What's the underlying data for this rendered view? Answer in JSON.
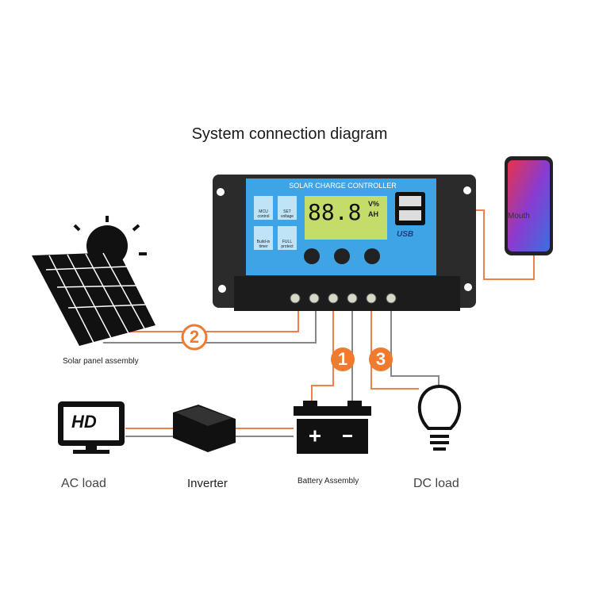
{
  "title": "System connection diagram",
  "controller": {
    "label": "SOLAR CHARGE CONTROLLER",
    "display": "88.8",
    "display_units_top": "V%",
    "display_units_bottom": "AH",
    "features": [
      "MCU control",
      "SET voltage",
      "Build-in timer",
      "FULL protect"
    ],
    "usb_label": "USB"
  },
  "phone_label": "Mouth",
  "components": {
    "solar": "Solar panel assembly",
    "ac_load": "AC load",
    "inverter": "Inverter",
    "battery": "Battery Assembly",
    "dc_load": "DC load",
    "hd_text": "HD"
  },
  "steps": [
    "1",
    "2",
    "3"
  ],
  "colors": {
    "wire_orange": "#f0804a",
    "wire_grey": "#888888",
    "badge": "#f07a2e",
    "panel_blue": "#3fa4e6",
    "lcd": "#c4dc6a"
  }
}
